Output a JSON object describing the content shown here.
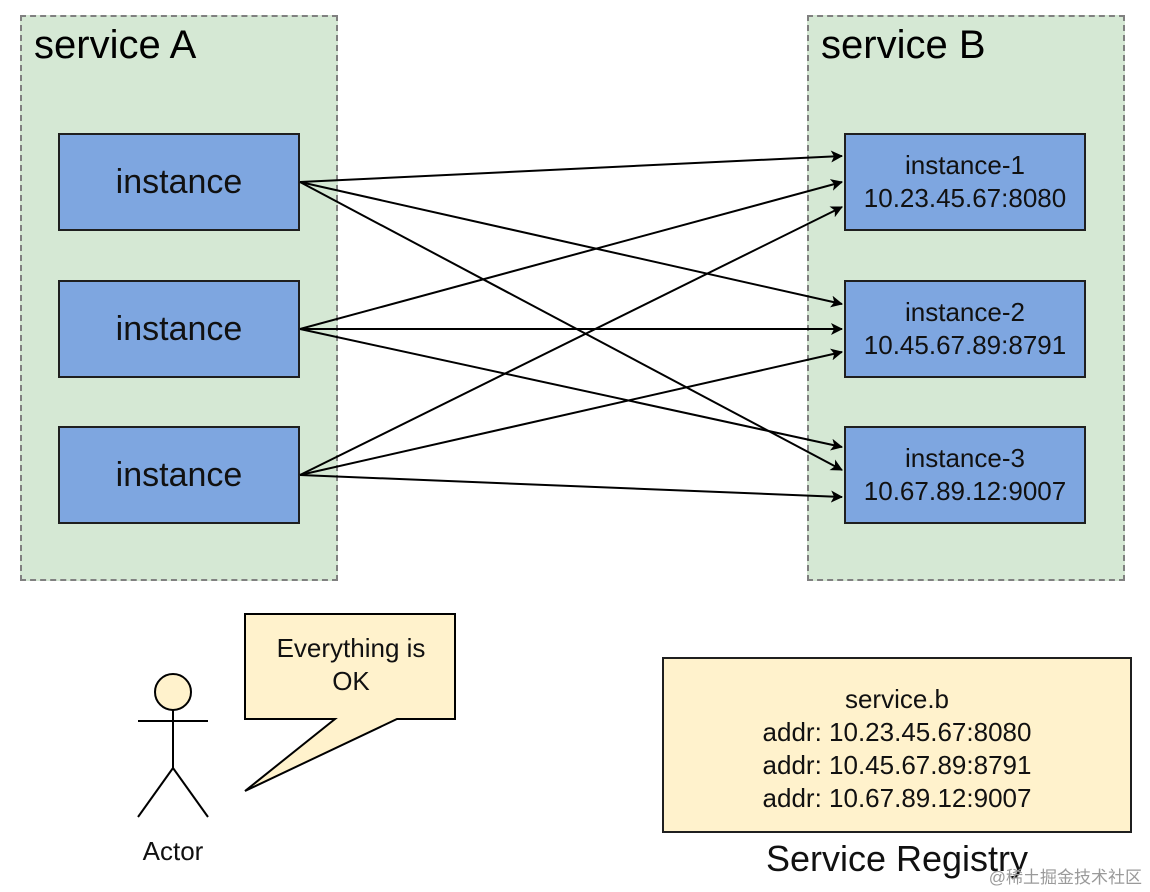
{
  "service_a": {
    "title": "service A",
    "instances": [
      "instance",
      "instance",
      "instance"
    ]
  },
  "service_b": {
    "title": "service B",
    "instances": [
      {
        "name": "instance-1",
        "addr": "10.23.45.67:8080"
      },
      {
        "name": "instance-2",
        "addr": "10.45.67.89:8791"
      },
      {
        "name": "instance-3",
        "addr": "10.67.89.12:9007"
      }
    ]
  },
  "actor": {
    "label": "Actor",
    "speech_lines": [
      "Everything is",
      "OK"
    ]
  },
  "registry": {
    "lines": [
      "service.b",
      "addr: 10.23.45.67:8080",
      "addr: 10.45.67.89:8791",
      "addr: 10.67.89.12:9007"
    ],
    "label": "Service Registry"
  },
  "watermark": "@稀土掘金技术社区",
  "colors": {
    "group_fill": "#d5e8d4",
    "instance_fill": "#7ea6e0",
    "note_fill": "#fff2cc"
  }
}
